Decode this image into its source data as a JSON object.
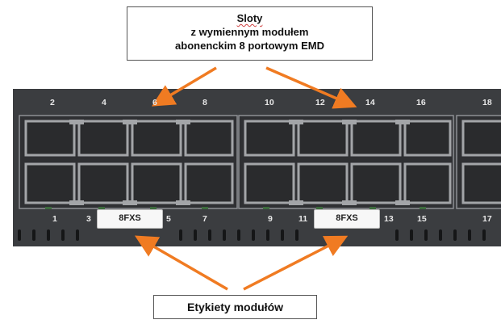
{
  "callouts": {
    "top": {
      "line1": "Sloty",
      "line2": "z wymiennym modułem",
      "line3": "abonenckim 8 portowym EMD"
    },
    "bottom": {
      "text": "Etykiety modułów"
    }
  },
  "panel": {
    "top_ports": [
      "2",
      "4",
      "6",
      "8",
      "10",
      "12",
      "14",
      "16",
      "18"
    ],
    "bottom_ports": [
      "1",
      "3",
      "5",
      "7",
      "9",
      "11",
      "13",
      "15",
      "17"
    ],
    "module_labels": [
      "8FXS",
      "8FXS"
    ]
  },
  "colors": {
    "arrow": "#f07b22",
    "panel": "#3b3d40",
    "port_frame": "#a3a5a8",
    "port_socket": "#2a2b2d"
  }
}
